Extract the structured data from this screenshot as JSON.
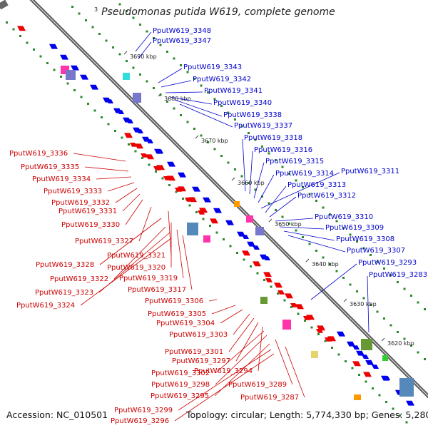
{
  "title": {
    "ruler_start": "3",
    "genome_name": "Pseudomonas putida W619, complete genome"
  },
  "footer": {
    "accession": "Accession: NC_010501",
    "stats": "Topology: circular; Length: 5,774,330 bp; Genes: 5,280"
  },
  "colors": {
    "backbone": "#808080",
    "forward_cds": "#0000ee",
    "reverse_cds": "#ee0000",
    "forward_label": "#0000cc",
    "reverse_label": "#cc0000",
    "gc_dots": "#2a8a2a",
    "rna": "#ff33aa",
    "operon": "#7777cc"
  },
  "ruler_ticks": [
    "3690 kbp",
    "3680 kbp",
    "3670 kbp",
    "3660 kbp",
    "3650 kbp",
    "3640 kbp",
    "3630 kbp",
    "3620 kbp"
  ],
  "forward_labels": [
    "PputW619_3348",
    "PputW619_3347",
    "PputW619_3343",
    "PputW619_3342",
    "PputW619_3341",
    "PputW619_3340",
    "PputW619_3338",
    "PputW619_3337",
    "PputW619_3318",
    "PputW619_3316",
    "PputW619_3315",
    "PputW619_3314",
    "PputW619_3311",
    "PputW619_3313",
    "PputW619_3312",
    "PputW619_3310",
    "PputW619_3309",
    "PputW619_3308",
    "PputW619_3307",
    "PputW619_3293",
    "PputW619_3283"
  ],
  "reverse_labels": [
    "PputW619_3336",
    "PputW619_3335",
    "PputW619_3334",
    "PputW619_3333",
    "PputW619_3332",
    "PputW619_3331",
    "PputW619_3330",
    "PputW619_3327",
    "PputW619_3321",
    "PputW619_3328",
    "PputW619_3320",
    "PputW619_3322",
    "PputW619_3319",
    "PputW619_3323",
    "PputW619_3317",
    "PputW619_3324",
    "PputW619_3306",
    "PputW619_3305",
    "PputW619_3304",
    "PputW619_3303",
    "PputW619_3301",
    "PputW619_3297",
    "PputW619_3294",
    "PputW619_3302",
    "PputW619_3298",
    "PputW619_3289",
    "PputW619_3295",
    "PputW619_3287",
    "PputW619_3299",
    "PputW619_3296"
  ]
}
